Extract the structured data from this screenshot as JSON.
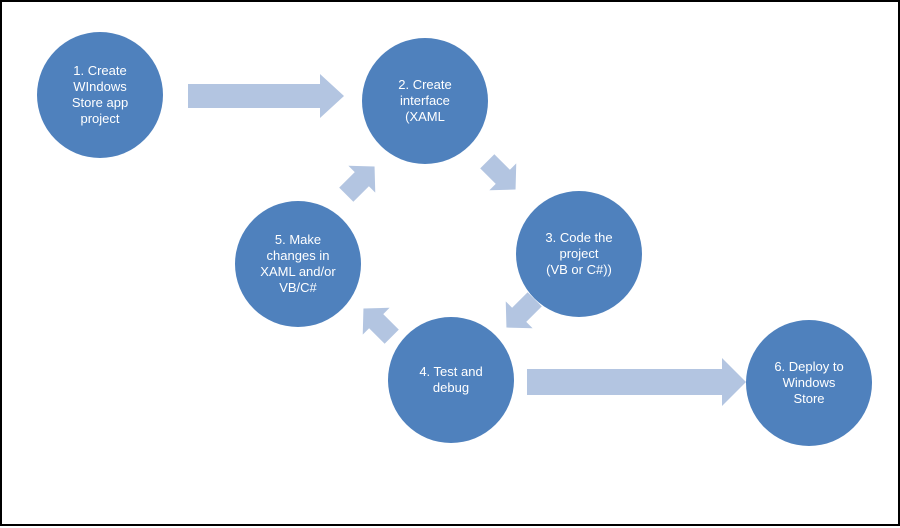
{
  "colors": {
    "circle": "#4f81bd",
    "circle_text": "#ffffff",
    "arrow": "#b3c5e1",
    "border": "#000000"
  },
  "steps": [
    {
      "id": "step-1",
      "label": "1. Create\nWIndows\nStore app\nproject"
    },
    {
      "id": "step-2",
      "label": "2. Create\ninterface\n(XAML"
    },
    {
      "id": "step-3",
      "label": "3. Code the\nproject\n(VB or C#))"
    },
    {
      "id": "step-4",
      "label": "4. Test and\ndebug"
    },
    {
      "id": "step-5",
      "label": "5. Make\nchanges in\nXAML and/or\nVB/C#"
    },
    {
      "id": "step-6",
      "label": "6. Deploy to\nWindows\nStore"
    }
  ],
  "arrows": [
    {
      "from": "step-1",
      "to": "step-2"
    },
    {
      "from": "step-2",
      "to": "step-3"
    },
    {
      "from": "step-3",
      "to": "step-4"
    },
    {
      "from": "step-4",
      "to": "step-5"
    },
    {
      "from": "step-5",
      "to": "step-2"
    },
    {
      "from": "step-4",
      "to": "step-6"
    }
  ]
}
